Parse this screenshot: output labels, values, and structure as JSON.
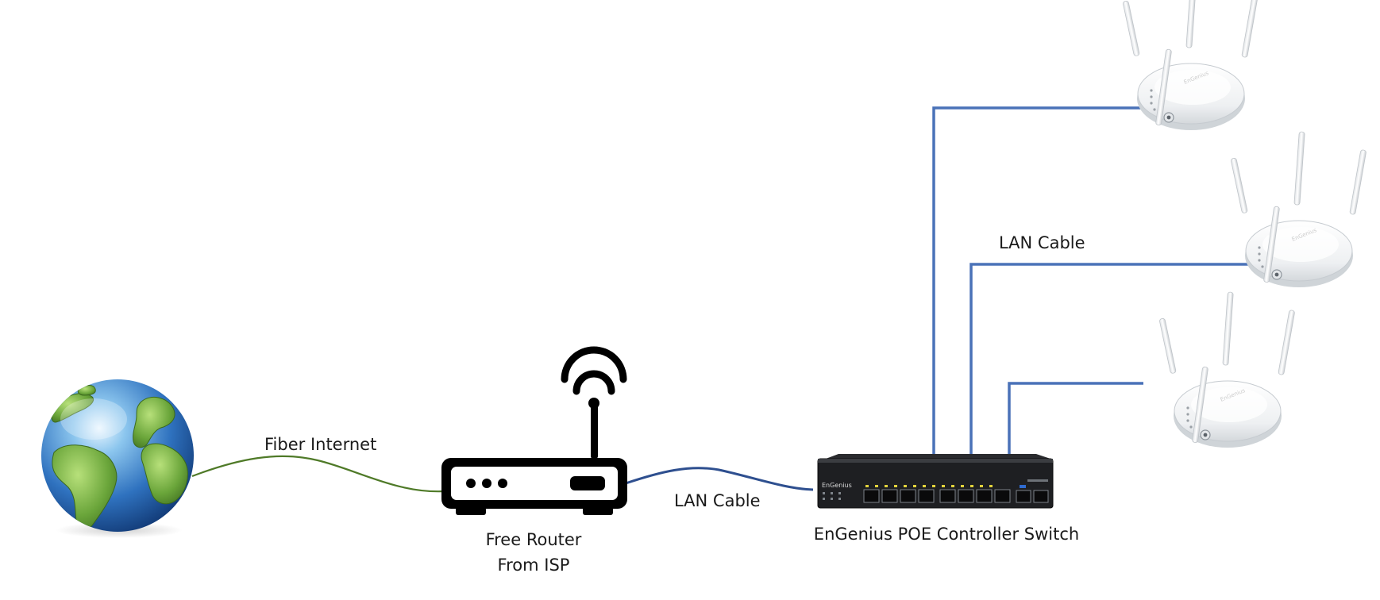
{
  "diagram": {
    "nodes": {
      "globe": {
        "icon": "globe-icon"
      },
      "router": {
        "label_line1": "Free Router",
        "label_line2": "From ISP",
        "icon": "router-icon"
      },
      "switch": {
        "label": "EnGenius POE Controller Switch",
        "brand": "EnGenius",
        "icon": "network-switch-icon"
      },
      "access_points": [
        {
          "icon": "access-point-icon",
          "brand": "EnGenius"
        },
        {
          "icon": "access-point-icon",
          "brand": "EnGenius"
        },
        {
          "icon": "access-point-icon",
          "brand": "EnGenius"
        }
      ]
    },
    "links": {
      "fiber": {
        "label": "Fiber Internet",
        "color": "#4f7a28"
      },
      "router_to_switch": {
        "label": "LAN Cable",
        "color": "#2e4f8f"
      },
      "switch_to_aps": {
        "label": "LAN Cable",
        "color": "#4a72b8"
      }
    }
  }
}
